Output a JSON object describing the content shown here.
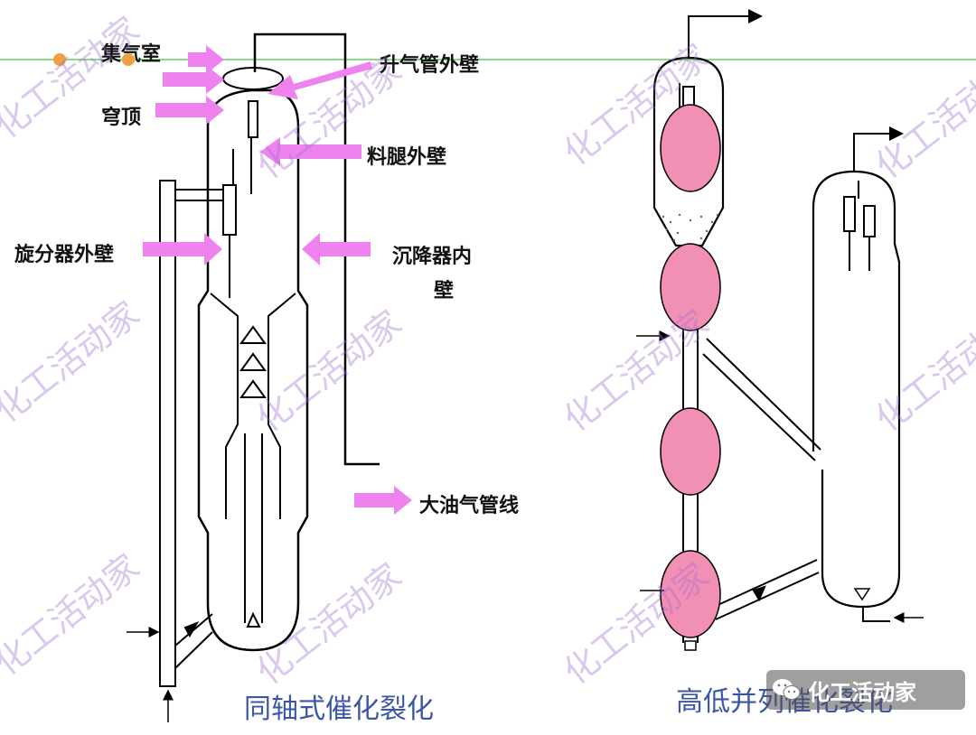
{
  "labels": {
    "plenum": "集气室",
    "dome": "穹顶",
    "riser_outer_wall": "升气管外壁",
    "dipleg_outer_wall": "料腿外壁",
    "cyclone_outer_wall": "旋分器外壁",
    "settler_inner_wall_line1": "沉降器内",
    "settler_inner_wall_line2": "壁",
    "vapor_line": "大油气管线"
  },
  "captions": {
    "left": "同轴式催化裂化",
    "right": "高低并列催化裂化"
  },
  "watermark": "化工活动家",
  "badge": "化工活动家",
  "colors": {
    "arrow": "#ee82ee",
    "highlight": "#f28fb5",
    "caption": "#3b56a6",
    "orange_dot": "#f0a040",
    "guide_line": "#66cc66"
  }
}
